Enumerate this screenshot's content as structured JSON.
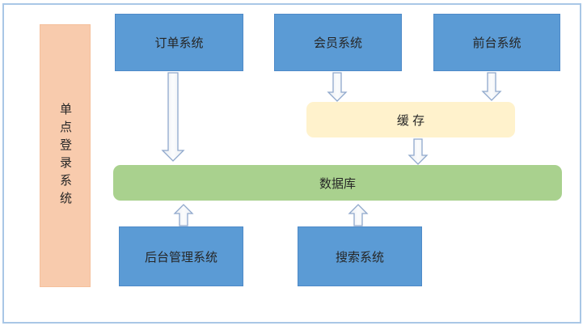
{
  "colors": {
    "blue": "#5B9BD5",
    "blue_border": "#4E8AC8",
    "peach": "#F8CBAD",
    "peach_border": "#F5C09C",
    "yellow": "#FFF2CC",
    "green": "#A9D18E",
    "frame_border": "#A9C7E6",
    "arrow_stroke": "#8FA8CC",
    "arrow_fill": "#F0F3F6",
    "text": "#262626"
  },
  "diagram": {
    "nodes": {
      "sso": {
        "label": "单点登录系统"
      },
      "order": {
        "label": "订单系统"
      },
      "member": {
        "label": "会员系统"
      },
      "frontend": {
        "label": "前台系统"
      },
      "cache": {
        "label": "缓 存"
      },
      "database": {
        "label": "数据库"
      },
      "admin": {
        "label": "后台管理系统"
      },
      "search": {
        "label": "搜索系统"
      }
    },
    "edges": [
      {
        "from": "订单系统",
        "to": "数据库",
        "direction": "down"
      },
      {
        "from": "会员系统",
        "to": "缓 存",
        "direction": "down"
      },
      {
        "from": "前台系统",
        "to": "缓 存",
        "direction": "down"
      },
      {
        "from": "缓 存",
        "to": "数据库",
        "direction": "down"
      },
      {
        "from": "后台管理系统",
        "to": "数据库",
        "direction": "up"
      },
      {
        "from": "搜索系统",
        "to": "数据库",
        "direction": "up"
      }
    ]
  }
}
